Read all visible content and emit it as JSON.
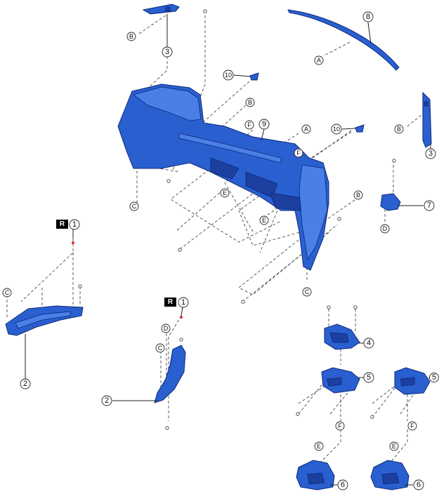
{
  "callouts": {
    "n1": "1",
    "n2": "2",
    "n3": "3",
    "n4": "4",
    "n5": "5",
    "n6": "6",
    "n7": "7",
    "n8": "8",
    "n9": "9",
    "n10": "10"
  },
  "letters": {
    "A": "A",
    "B": "B",
    "C": "C",
    "D": "D",
    "E": "E",
    "F": "F"
  },
  "rhd_badge": "R",
  "colors": {
    "part_fill": "#2a5fd0",
    "part_outline": "#0b2a7a",
    "marker_red": "#e03030"
  }
}
